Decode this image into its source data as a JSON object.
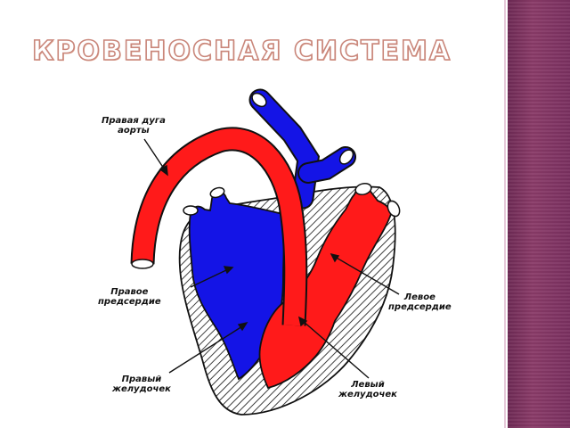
{
  "slide": {
    "title": "Кровеносная система"
  },
  "diagram": {
    "labels": {
      "right_aortic_arch": [
        "Правая дуга",
        "аорты"
      ],
      "right_atrium": [
        "Правое",
        "предсердие"
      ],
      "right_ventricle": [
        "Правый",
        "желудочек"
      ],
      "left_atrium": [
        "Левое",
        "предсердие"
      ],
      "left_ventricle": [
        "Левый",
        "желудочек"
      ]
    }
  },
  "colors": {
    "venous_blood": "#1414e6",
    "arterial_blood": "#ff1a1a",
    "title_outline": "#c9867a",
    "sidebar": "#7a3060"
  }
}
